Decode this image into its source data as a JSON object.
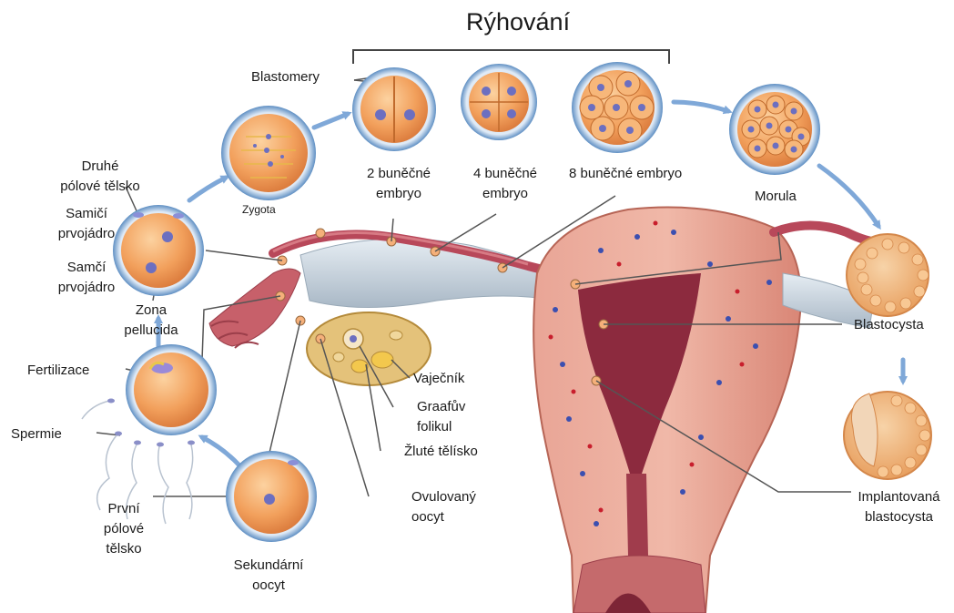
{
  "title": "Rýhování",
  "labels": {
    "blastomery": "Blastomery",
    "embryo_2": "2 buněčné\nembryo",
    "embryo_4": "4 buněčné\nembryo",
    "embryo_8": "8 buněčné embryo",
    "morula": "Morula",
    "zygota": "Zygota",
    "druhe_polove_telisko": "Druhé\npólové tělsko",
    "samici_prvojadro": "Samičí\nprvojádro",
    "samci_prvojadro": "Samčí\nprvojádro",
    "zona_pellucida": "Zona\npellucida",
    "fertilizace": "Fertilizace",
    "spermie": "Spermie",
    "prvni_polove_telisko": "První\npólové\ntělsko",
    "sekundarni_oocyt": "Sekundární\noocyt",
    "vajecnik": "Vaječník",
    "graafuv_folikul": "Graafův\nfolikul",
    "zlute_telisko": "Žluté tělísko",
    "ovulovany_oocyt": "Ovulovaný\noocyt",
    "blastocysta": "Blastocysta",
    "implantovana_blastocysta": "Implantovaná\nblastocysta"
  },
  "colors": {
    "cell_ring": "#6f9fcf",
    "cell_fill": "#f2a05c",
    "nucleus": "#6c6fc0",
    "arrow": "#7fa8d8",
    "uterus_wall": "#e89a8c",
    "uterus_cavity": "#8c2a3e",
    "tube": "#b8485a",
    "ligament": "#c9d3de",
    "ovary": "#e4c27a"
  }
}
